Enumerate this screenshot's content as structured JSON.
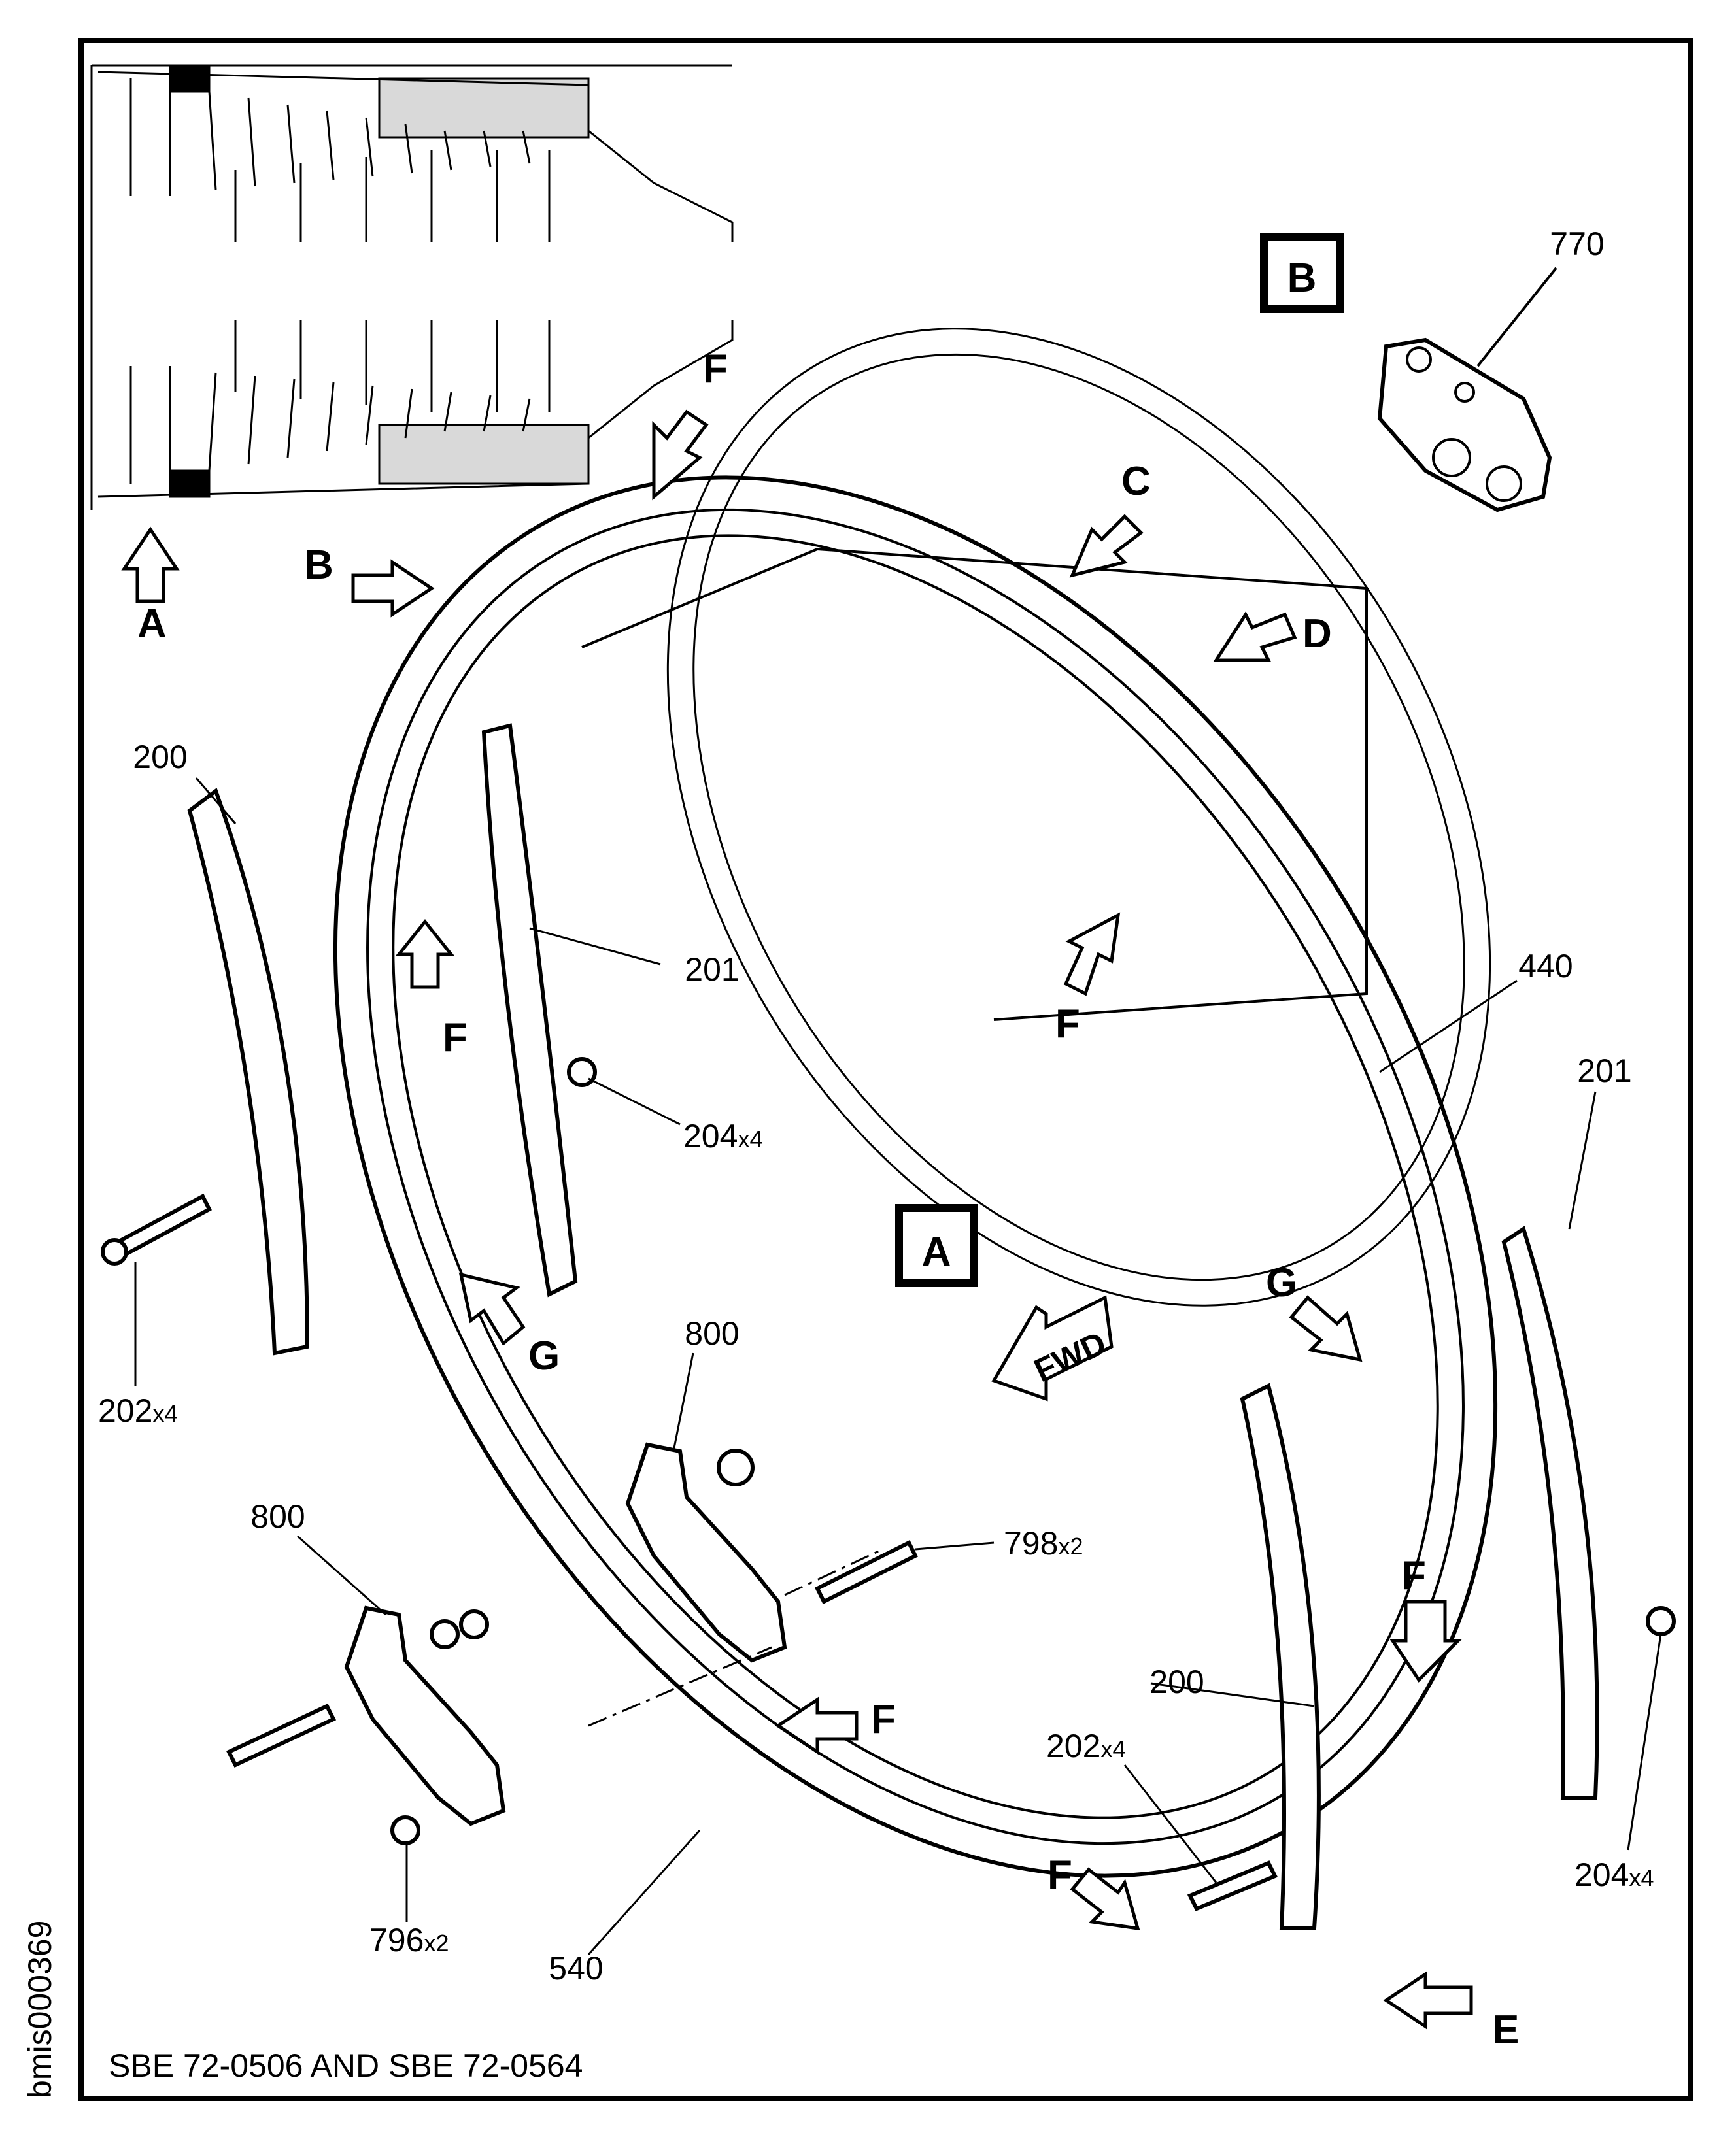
{
  "figure_id": "bmis000369",
  "caption": "SBE 72-0506 AND SBE 72-0564",
  "view_boxes": [
    "A",
    "B"
  ],
  "fwd_label": "FWD",
  "view_arrows": [
    "A",
    "B",
    "C",
    "D",
    "E",
    "F",
    "G"
  ],
  "callouts": [
    {
      "id": "c770",
      "text": "770"
    },
    {
      "id": "c200a",
      "text": "200"
    },
    {
      "id": "c201a",
      "text": "201"
    },
    {
      "id": "c440",
      "text": "440"
    },
    {
      "id": "c201b",
      "text": "201"
    },
    {
      "id": "c204a",
      "text": "204",
      "qty": "x4"
    },
    {
      "id": "c202a",
      "text": "202",
      "qty": "x4"
    },
    {
      "id": "c800a",
      "text": "800"
    },
    {
      "id": "c800b",
      "text": "800"
    },
    {
      "id": "c798",
      "text": "798",
      "qty": "x2"
    },
    {
      "id": "c200b",
      "text": "200"
    },
    {
      "id": "c202b",
      "text": "202",
      "qty": "x4"
    },
    {
      "id": "c204b",
      "text": "204",
      "qty": "x4"
    },
    {
      "id": "c796",
      "text": "796",
      "qty": "x2"
    },
    {
      "id": "c540",
      "text": "540"
    }
  ]
}
